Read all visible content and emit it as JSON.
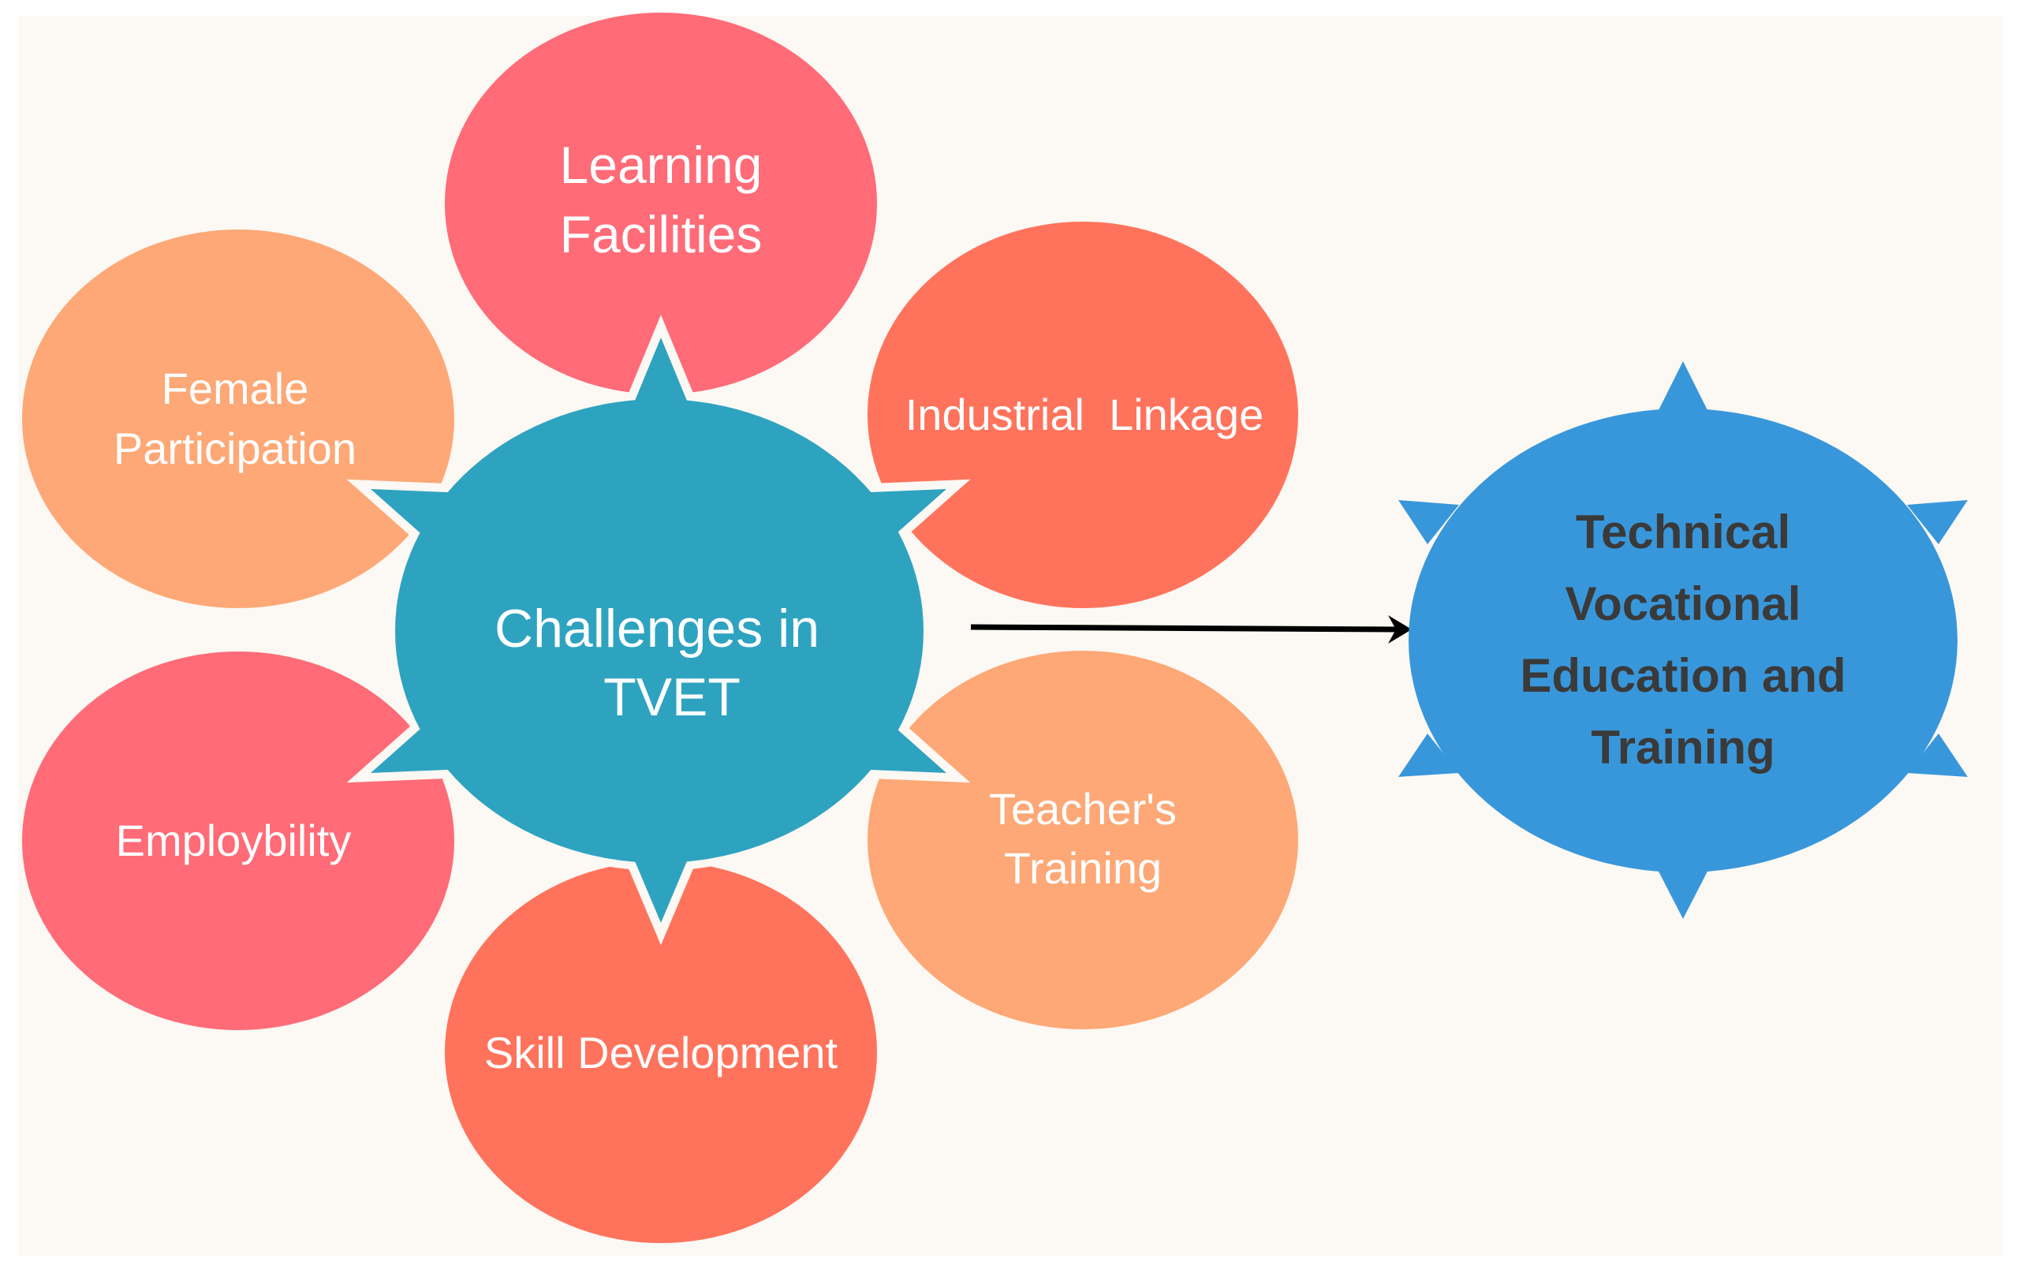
{
  "diagram": {
    "background_color": "#fcf8f3",
    "center": {
      "label_line1": "Challenges in",
      "label_line2": "TVET",
      "color": "#2ea3c0",
      "text_color": "#ffffff"
    },
    "petals": [
      {
        "id": "learning-facilities",
        "line1": "Learning",
        "line2": "Facilities",
        "color": "#ff6b77"
      },
      {
        "id": "industrial-linkage",
        "line1": "Industrial  Linkage",
        "line2": "",
        "color": "#ff735c"
      },
      {
        "id": "teachers-training",
        "line1": "Teacher's",
        "line2": "Training",
        "color": "#fda876"
      },
      {
        "id": "skill-development",
        "line1": "Skill Development",
        "line2": "",
        "color": "#ff735c"
      },
      {
        "id": "employbility",
        "line1": "Employbility",
        "line2": "",
        "color": "#ff6b77"
      },
      {
        "id": "female-participation",
        "line1": "Female",
        "line2": "Participation",
        "color": "#fda876"
      }
    ],
    "target": {
      "line1": "Technical",
      "line2": "Vocational",
      "line3": "Education and",
      "line4": "Training",
      "color": "#3897db",
      "text_color": "#3a3a3a"
    },
    "arrow": {
      "from": "center",
      "to": "target",
      "color": "#000000"
    }
  }
}
